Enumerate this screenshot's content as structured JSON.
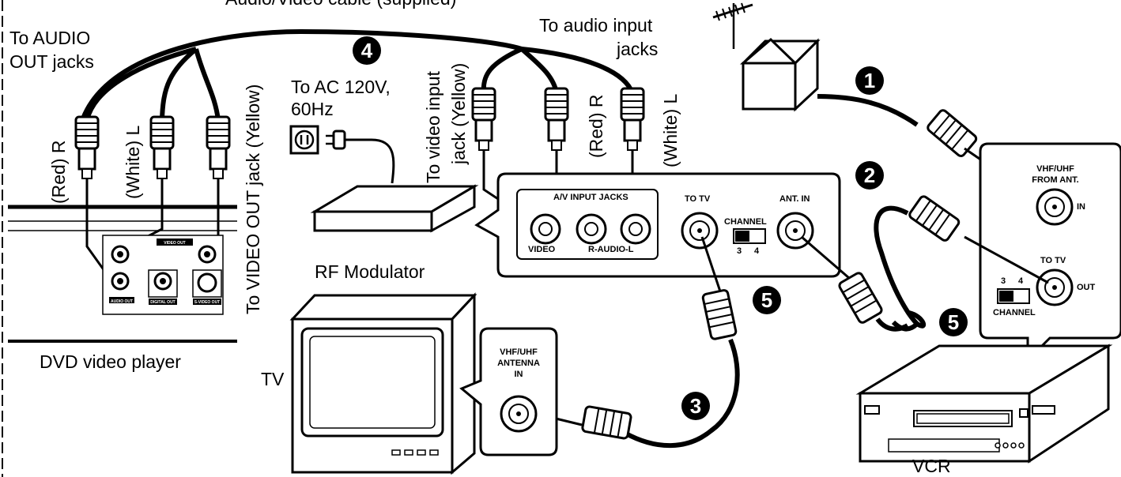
{
  "labels": {
    "cable_title": "Audio/Video cable (supplied)",
    "audio_out": [
      "To AUDIO",
      "OUT jacks"
    ],
    "red_r_left": "(Red) R",
    "white_l_left": "(White) L",
    "video_out_yellow": "To VIDEO OUT jack (Yellow)",
    "audio_input": [
      "To audio input",
      "jacks"
    ],
    "video_input": [
      "To video input",
      "jack (Yellow)"
    ],
    "red_r_right": "(Red) R",
    "white_l_right": "(White) L",
    "ac_power": [
      "To AC 120V,",
      "60Hz"
    ],
    "rf_modulator": "RF Modulator",
    "dvd_player": "DVD video player",
    "tv": "TV",
    "vcr": "VCR"
  },
  "modulator_panel": {
    "av_input_jacks": "A/V INPUT JACKS",
    "video": "VIDEO",
    "r_audio_l": "R-AUDIO-L",
    "to_tv": "TO TV",
    "channel": "CHANNEL",
    "ch_3": "3",
    "ch_4": "4",
    "ant_in": "ANT. IN"
  },
  "vcr_panel": {
    "from_ant": [
      "VHF/UHF",
      "FROM ANT."
    ],
    "in": "IN",
    "to_tv": "TO TV",
    "out": "OUT",
    "ch_3": "3",
    "ch_4": "4",
    "channel": "CHANNEL"
  },
  "tv_panel": {
    "antenna_in": [
      "VHF/UHF",
      "ANTENNA",
      "IN"
    ]
  },
  "dvd_panel": {
    "video_out": "VIDEO OUT",
    "audio_out": "AUDIO OUT",
    "digital_out": "DIGITAL OUT",
    "svideo_out": "S-VIDEO OUT"
  },
  "steps": [
    "1",
    "2",
    "3",
    "4",
    "5",
    "5"
  ]
}
